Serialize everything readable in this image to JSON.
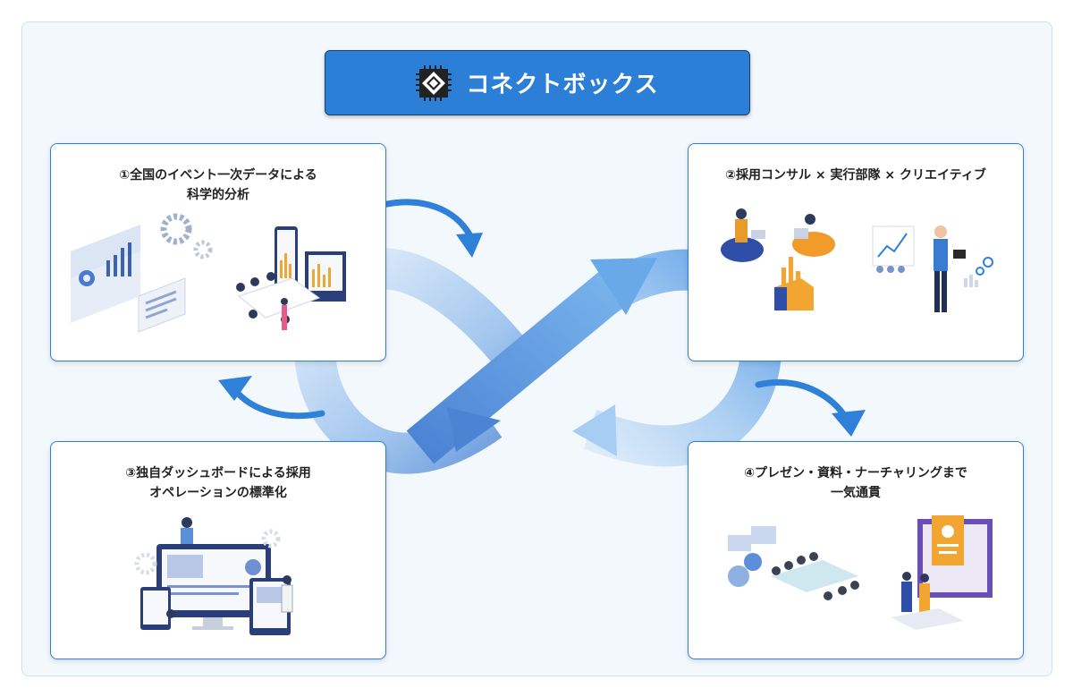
{
  "header": {
    "title": "コネクトボックス",
    "logo_icon": "chip-diamond-icon",
    "bg_color": "#2b7fd6"
  },
  "cards": [
    {
      "line1": "①全国のイベント一次データによる",
      "line2": "科学的分析",
      "illustration": "analytics-dashboard-meeting"
    },
    {
      "line1": "②採用コンサル × 実行部隊 × クリエイティブ",
      "line2": "",
      "illustration": "consulting-team-presentation"
    },
    {
      "line1": "③独自ダッシュボードによる採用",
      "line2": "オペレーションの標準化",
      "illustration": "multi-device-dashboard"
    },
    {
      "line1": "④プレゼン・資料・ナーチャリングまで",
      "line2": "一気通貫",
      "illustration": "meeting-and-candidate-profile"
    }
  ],
  "colors": {
    "accent": "#2b7fd6",
    "arrow": "#2f80d8",
    "loop_light": "#cfe3f7",
    "loop_dark": "#4f8ad6"
  }
}
